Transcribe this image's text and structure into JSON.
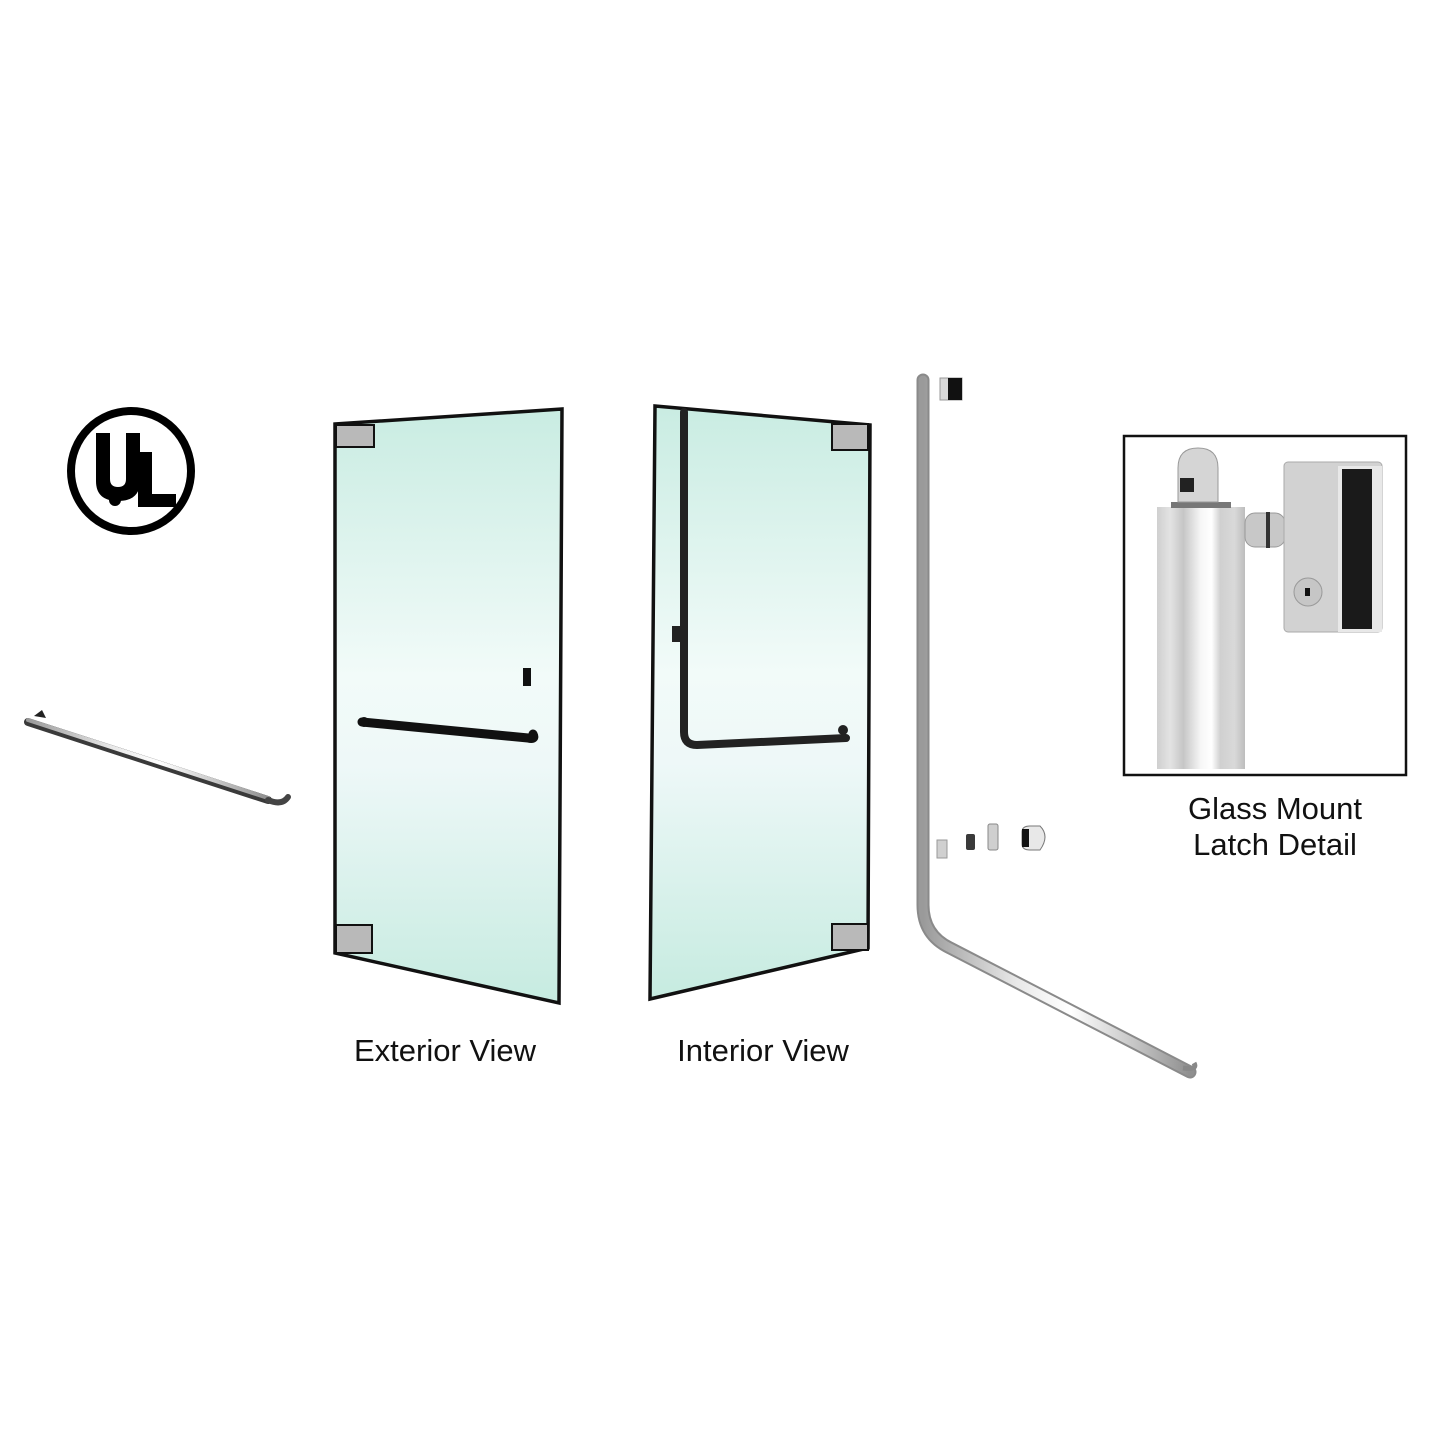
{
  "figure": {
    "background": "#ffffff",
    "glass_color": "#cfeee6",
    "hardware_color": "#1a1a1a",
    "steel_color": "#c8c8c8",
    "patch_color": "#b9b9b9"
  },
  "logo": {
    "text_u": "U",
    "text_l": "L",
    "name": "UL listed mark"
  },
  "labels": {
    "exterior": "Exterior View",
    "interior": "Interior View",
    "detail_line1": "Glass Mount",
    "detail_line2": "Latch Detail"
  }
}
